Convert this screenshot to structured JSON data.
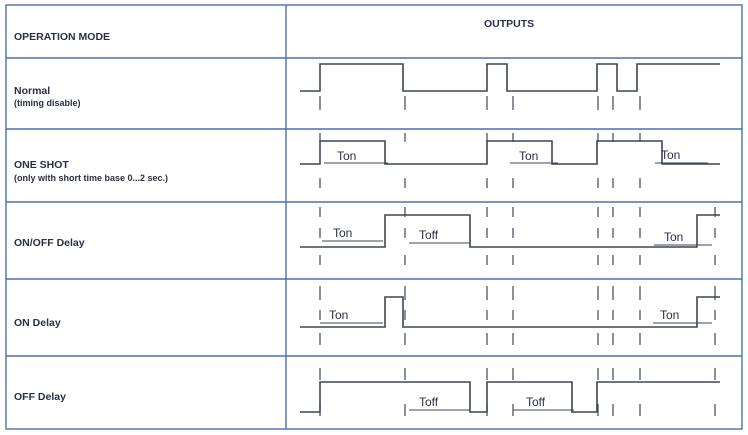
{
  "header": {
    "mode_title": "OPERATION MODE",
    "outputs_title": "OUTPUTS"
  },
  "rows": [
    {
      "name": "Normal",
      "subtitle": "(timing disable)",
      "waveform": [
        [
          0,
          0
        ],
        [
          20,
          0
        ],
        [
          20,
          1
        ],
        [
          103,
          1
        ],
        [
          103,
          0
        ],
        [
          187,
          0
        ],
        [
          187,
          1
        ],
        [
          207,
          1
        ],
        [
          207,
          0
        ],
        [
          297,
          0
        ],
        [
          297,
          1
        ],
        [
          317,
          1
        ],
        [
          317,
          0
        ],
        [
          337,
          0
        ],
        [
          337,
          1
        ],
        [
          420,
          1
        ]
      ],
      "labels": []
    },
    {
      "name": "ONE SHOT",
      "subtitle": "(only with short time base 0...2 sec.)",
      "waveform": [
        [
          0,
          0
        ],
        [
          20,
          0
        ],
        [
          20,
          1
        ],
        [
          85,
          1
        ],
        [
          85,
          0
        ],
        [
          187,
          0
        ],
        [
          187,
          1
        ],
        [
          252,
          1
        ],
        [
          252,
          0
        ],
        [
          297,
          0
        ],
        [
          297,
          1
        ],
        [
          362,
          1
        ],
        [
          362,
          0
        ],
        [
          420,
          0
        ]
      ],
      "labels": [
        "Ton",
        "Ton",
        "Ton"
      ]
    },
    {
      "name": "ON/OFF Delay",
      "subtitle": "",
      "waveform": [
        [
          0,
          0
        ],
        [
          85,
          0
        ],
        [
          85,
          1
        ],
        [
          170,
          1
        ],
        [
          170,
          0
        ],
        [
          397,
          0
        ],
        [
          397,
          1
        ],
        [
          420,
          1
        ]
      ],
      "labels": [
        "Ton",
        "Toff",
        "Ton"
      ]
    },
    {
      "name": "ON Delay",
      "subtitle": "",
      "waveform": [
        [
          0,
          0
        ],
        [
          85,
          0
        ],
        [
          85,
          1
        ],
        [
          103,
          1
        ],
        [
          103,
          0
        ],
        [
          397,
          0
        ],
        [
          397,
          1
        ],
        [
          420,
          1
        ]
      ],
      "labels": [
        "Ton",
        "Ton"
      ]
    },
    {
      "name": "OFF Delay",
      "subtitle": "",
      "waveform": [
        [
          0,
          0
        ],
        [
          20,
          0
        ],
        [
          20,
          1
        ],
        [
          170,
          1
        ],
        [
          170,
          0
        ],
        [
          187,
          0
        ],
        [
          187,
          1
        ],
        [
          272,
          1
        ],
        [
          272,
          0
        ],
        [
          297,
          0
        ],
        [
          297,
          1
        ],
        [
          420,
          1
        ]
      ],
      "labels": [
        "Toff",
        "Toff"
      ]
    }
  ],
  "colors": {
    "grid": "#4a6fb5",
    "text": "#2b2f44",
    "wave": "#3f4556"
  }
}
